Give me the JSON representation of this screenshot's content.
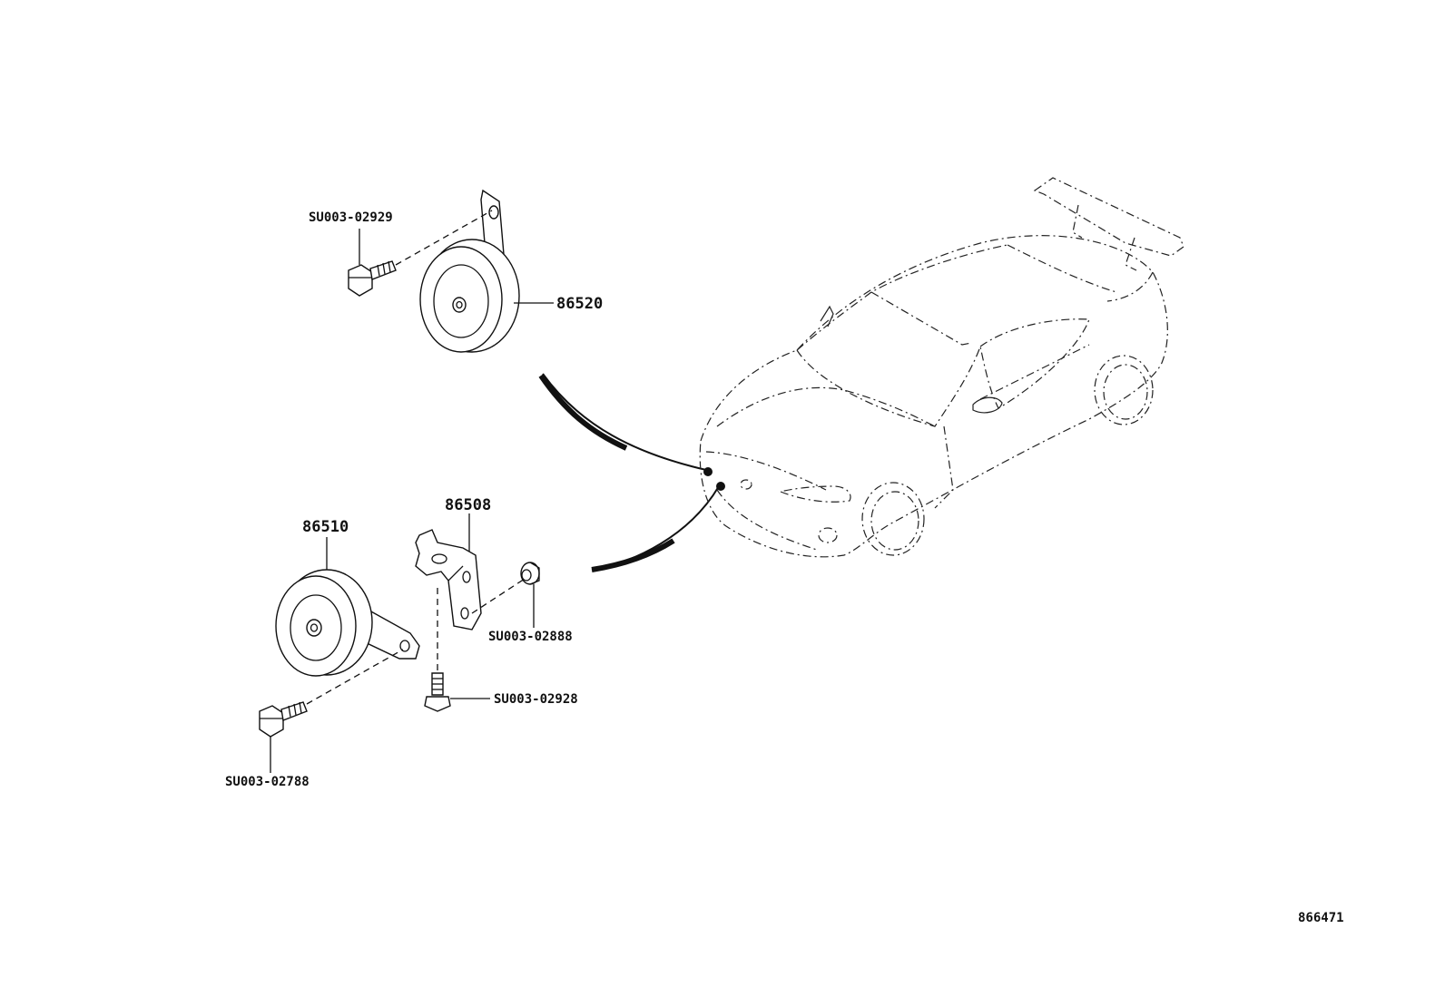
{
  "labels": {
    "horn_high": "86520",
    "horn_low": "86510",
    "bracket": "86508",
    "bolt_top": "SU003-02929",
    "nut": "SU003-02888",
    "bolt_mid": "SU003-02928",
    "bolt_bottom": "SU003-02788",
    "diagram_id": "866471"
  }
}
